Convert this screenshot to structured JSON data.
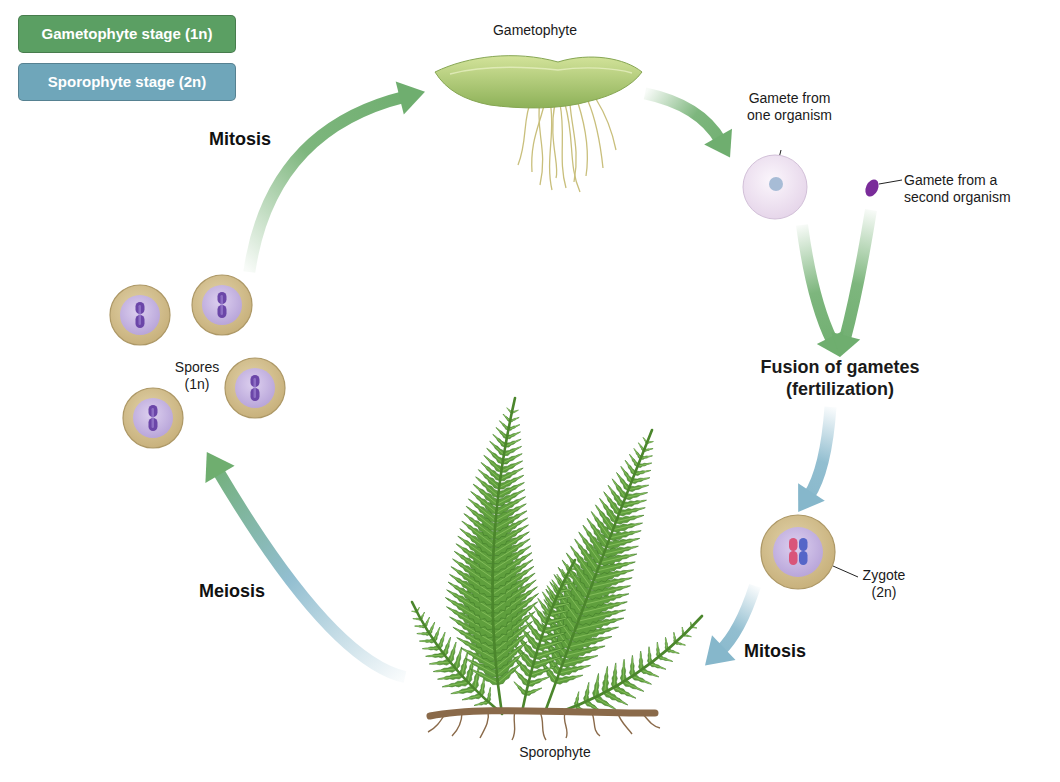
{
  "diagram": {
    "nodes": [
      {
        "text": [
          "Gametophyte"
        ]
      },
      {
        "text": [
          "Gamete from one organism"
        ]
      },
      {
        "text": [
          "Gamete from a second organism"
        ]
      },
      {
        "text": [
          "Fusion of gametes (fertilization)"
        ]
      },
      {
        "text": [
          "Zygote (2n)"
        ]
      },
      {
        "text": [
          "Sporophyte"
        ]
      },
      {
        "text": [
          "Spores (1n)"
        ]
      }
    ],
    "edges": [
      {
        "from": 0,
        "to": 1,
        "arrow": "to"
      },
      {
        "from": 1,
        "to": 3,
        "arrow": "to"
      },
      {
        "from": 2,
        "to": 3,
        "arrow": "to"
      },
      {
        "from": 3,
        "to": 4,
        "arrow": "to"
      },
      {
        "from": 4,
        "to": 5,
        "arrow": "to",
        "label": "Mitosis"
      },
      {
        "from": 5,
        "to": 6,
        "arrow": "to",
        "label": "Meiosis"
      },
      {
        "from": 6,
        "to": 0,
        "arrow": "to",
        "label": "Mitosis"
      }
    ],
    "legend": [
      {
        "text": "Gametophyte stage (1n)",
        "color": "#5b9f63"
      },
      {
        "text": "Sporophyte stage (2n)",
        "color": "#6fa6ba"
      }
    ]
  }
}
